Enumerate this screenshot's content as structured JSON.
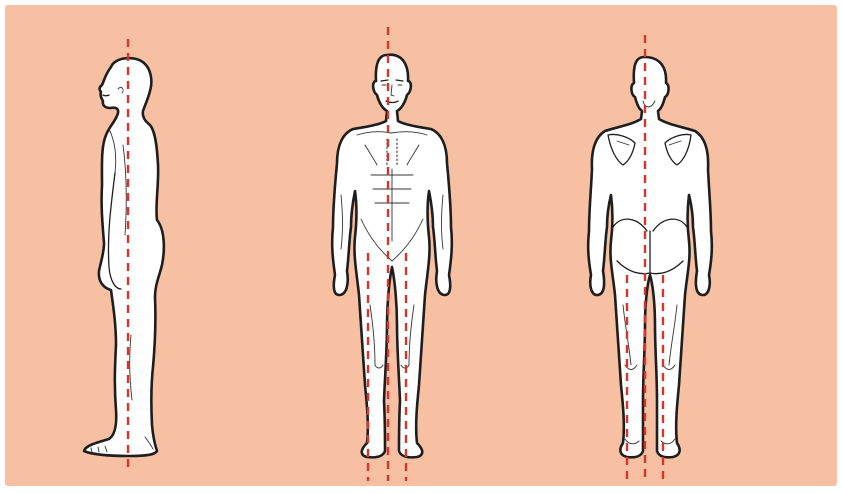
{
  "colors": {
    "background": "#f7c0a2",
    "body_outline": "#1e1e1e",
    "plumb_line": "#d9342b"
  },
  "figures": [
    {
      "view": "side",
      "icon": "side-view-figure-icon"
    },
    {
      "view": "front",
      "icon": "front-view-figure-icon"
    },
    {
      "view": "back",
      "icon": "back-view-figure-icon"
    }
  ],
  "reference_lines": {
    "style": "dashed",
    "side_view_count": 1,
    "front_view_count": 3,
    "back_view_count": 3
  }
}
